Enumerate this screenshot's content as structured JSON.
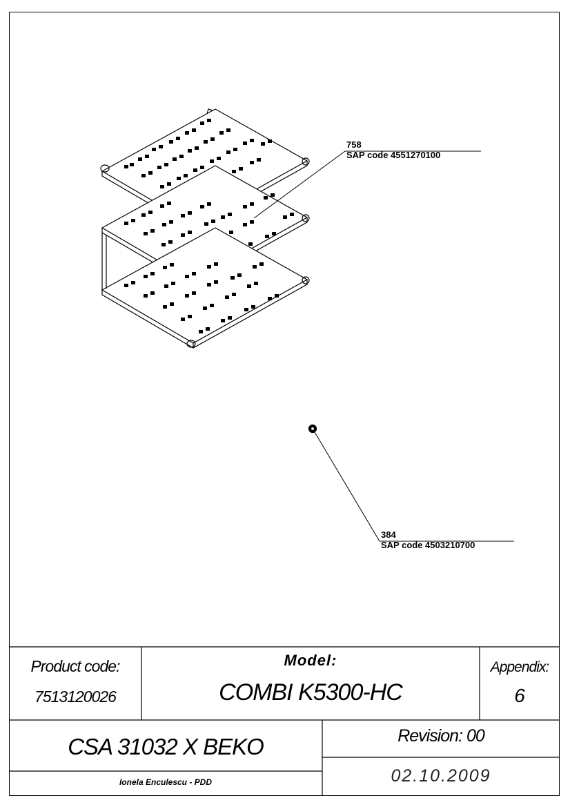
{
  "callouts": [
    {
      "number": "758",
      "sap": "SAP code 4551270100"
    },
    {
      "number": "384",
      "sap": "SAP code 4503210700"
    }
  ],
  "title_block": {
    "product_code_label": "Product code:",
    "product_code": "7513120026",
    "model_label": "Model:",
    "model": "COMBI K5300-HC",
    "appendix_label": "Appendix:",
    "appendix": "6",
    "product_name": "CSA 31032 X BEKO",
    "revision": "Revision: 00",
    "author": "Ionela Enculescu - PDD",
    "date": "02.10.2009"
  }
}
